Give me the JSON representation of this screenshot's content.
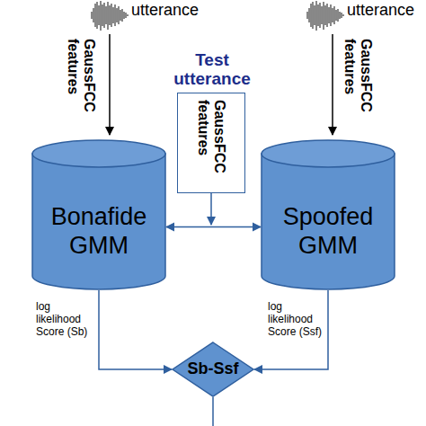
{
  "diagram": {
    "nodes": [
      {
        "text": [
          "Test utterance",
          "GaussFCC features"
        ]
      },
      {
        "text": [
          "Bonafide GMM"
        ]
      },
      {
        "text": [
          "Spoofed GMM"
        ]
      },
      {
        "text": [
          "Sb-Ssf"
        ]
      }
    ],
    "edges": [
      {
        "from": 1,
        "to": 2,
        "arrow": "both"
      },
      {
        "from": 1,
        "to": 3,
        "arrow": "to",
        "label": "log likelihood Score (Sb)"
      },
      {
        "from": 2,
        "to": 3,
        "arrow": "to",
        "label": "log likelihood Score (Ssf)"
      }
    ],
    "labels": [
      "utterance",
      "GaussFCC features",
      "utterance",
      "GaussFCC features"
    ]
  }
}
